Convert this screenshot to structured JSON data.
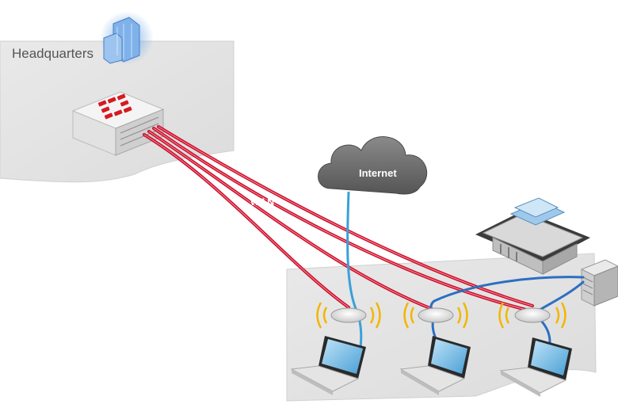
{
  "headquarters": {
    "label": "Headquarters"
  },
  "cloud": {
    "label": "Internet"
  },
  "link": {
    "label": "WAN"
  },
  "colors": {
    "wan_link": "#c8102e",
    "lan_link": "#2b6fc2",
    "internet_link": "#3aa0d8",
    "wifi_signal": "#f2b600",
    "cloud": "#6f6f6f",
    "panel": "#e6e6e6"
  },
  "icons": [
    "buildings-icon",
    "fortigate-appliance-icon",
    "cloud-icon",
    "bank-building-icon",
    "server-icon",
    "access-point-icon",
    "laptop-icon",
    "wifi-signal-icon"
  ]
}
